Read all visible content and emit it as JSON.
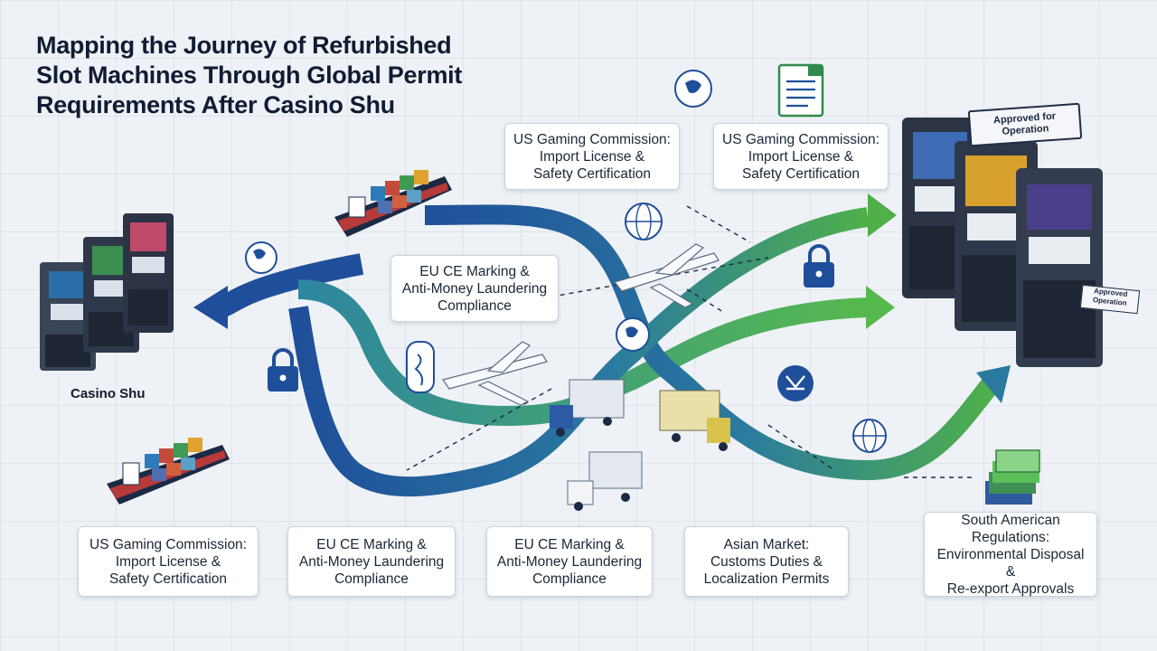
{
  "title": {
    "line1": "Mapping the Journey of Refurbished",
    "line2": "Slot Machines Through Global Permit",
    "line3": "Requirements After Casino Shu"
  },
  "origin_label": "Casino Shu",
  "destination_badge": "Approved for Operation",
  "destination_small_badge": "Approved Operation",
  "cards": {
    "top_left": {
      "line1": "US Gaming Commission:",
      "line2": "Import License &",
      "line3": "Safety Certification"
    },
    "top_right": {
      "line1": "US Gaming Commission:",
      "line2": "Import License &",
      "line3": "Safety Certification"
    },
    "middle": {
      "line1": "EU CE Marking &",
      "line2": "Anti-Money Laundering",
      "line3": "Compliance"
    },
    "bottom_1": {
      "line1": "US Gaming Commission:",
      "line2": "Import License &",
      "line3": "Safety Certification"
    },
    "bottom_2": {
      "line1": "EU CE Marking &",
      "line2": "Anti-Money Laundering",
      "line3": "Compliance"
    },
    "bottom_3": {
      "line1": "EU CE Marking &",
      "line2": "Anti-Money Laundering",
      "line3": "Compliance"
    },
    "bottom_4": {
      "line1": "Asian Market:",
      "line2": "Customs Duties &",
      "line3": "Localization Permits"
    },
    "bottom_5": {
      "line1": "South American",
      "line2": "Regulations:",
      "line3": "Environmental Disposal &",
      "line4": "Re-export Approvals"
    }
  },
  "icons": [
    "globe-icon",
    "lock-icon",
    "document-icon",
    "plane-icon",
    "ship-icon",
    "truck-icon",
    "slot-machine-icon",
    "map-pin-icon",
    "money-stack-icon"
  ],
  "colors": {
    "blue_route": "#1f4f9a",
    "green_route": "#4fb04a",
    "background": "#eef1f5",
    "title": "#101c33"
  }
}
